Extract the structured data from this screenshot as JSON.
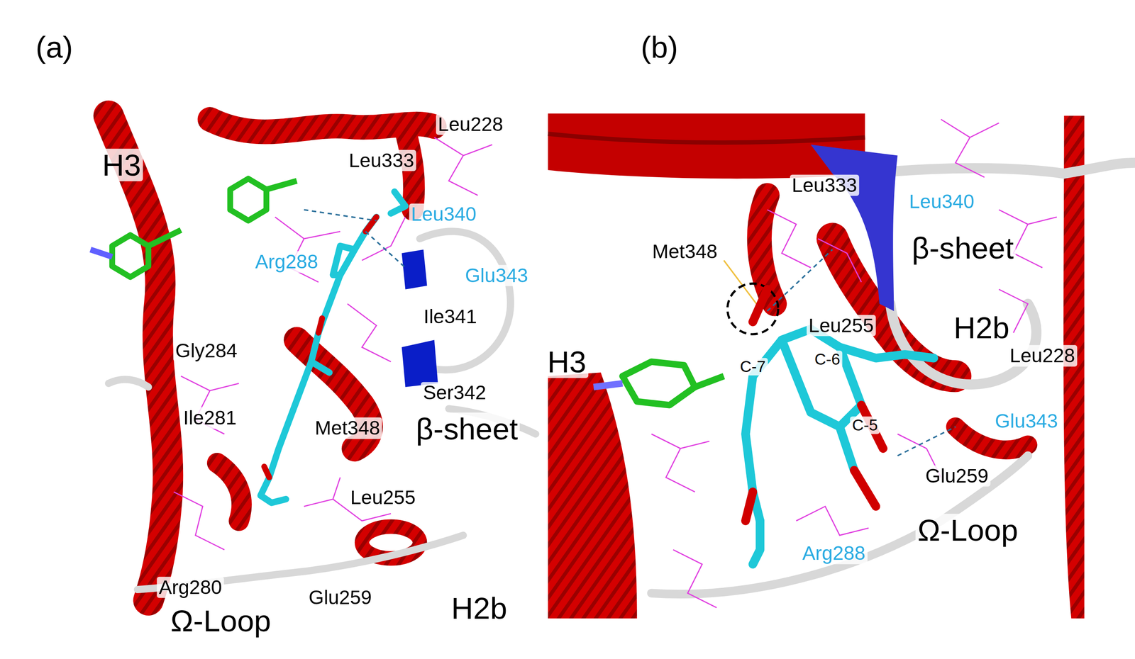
{
  "diagram": {
    "labels": [
      "(a)",
      "Leu228",
      "H3",
      "Leu333",
      "Leu340",
      "Arg288",
      "Glu343",
      "Ile341",
      "Gly284",
      "Ser342",
      "Ile281",
      "Met348",
      "β-sheet",
      "Leu255",
      "Arg280",
      "Glu259",
      "H2b",
      "Ω-Loop",
      "(b)",
      "Leu333",
      "Leu340",
      "Met348",
      "β-sheet",
      "Leu255",
      "H2b",
      "H3",
      "C-7",
      "C-6",
      "Leu228",
      "C-5",
      "Glu343",
      "Glu259",
      "Ω-Loop",
      "Arg288"
    ]
  }
}
